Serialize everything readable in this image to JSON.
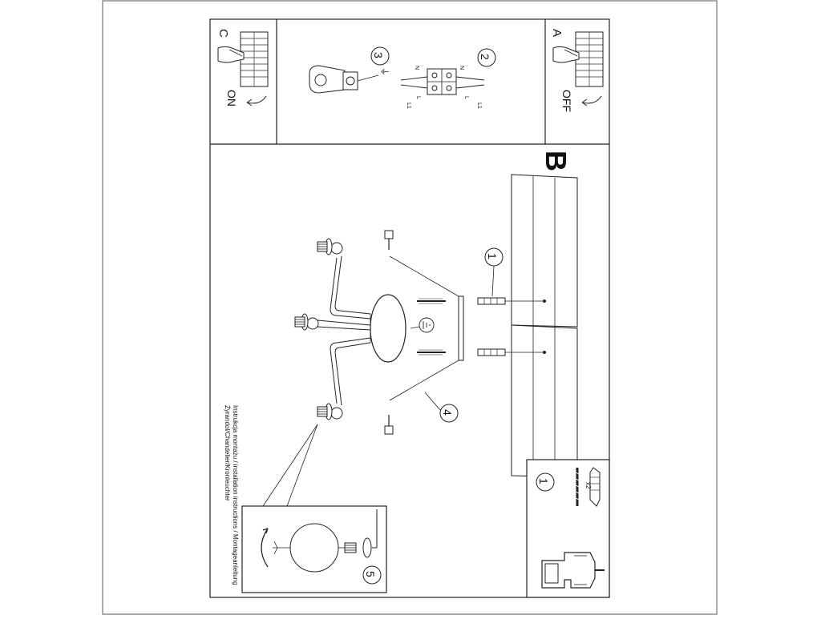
{
  "panels": {
    "a": {
      "letter": "A",
      "state": "OFF"
    },
    "c": {
      "letter": "C",
      "state": "ON"
    },
    "b": {
      "letter": "B"
    }
  },
  "steps": [
    "1",
    "2",
    "3",
    "4",
    "5"
  ],
  "wiring": {
    "n_label": "N",
    "l_label": "L",
    "l1_label": "L1",
    "ground_symbol": "⏚"
  },
  "kit": {
    "step": "1",
    "quantity": "x2"
  },
  "caption": {
    "line1": "Instrukcja montażu / installation instructions / Montageanleitung",
    "line2": "Żyrandol/Chandelier/Kronleuchter"
  }
}
